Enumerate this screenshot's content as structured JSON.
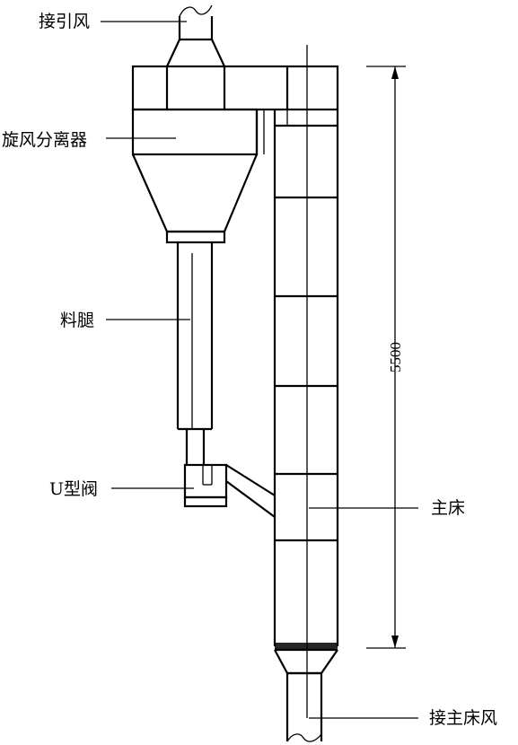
{
  "labels": {
    "induced_air": "接引风",
    "cyclone": "旋风分离器",
    "standpipe": "料腿",
    "u_valve": "U型阀",
    "main_bed": "主床",
    "main_bed_air": "接主床风"
  },
  "dimension": {
    "height": "5500"
  }
}
